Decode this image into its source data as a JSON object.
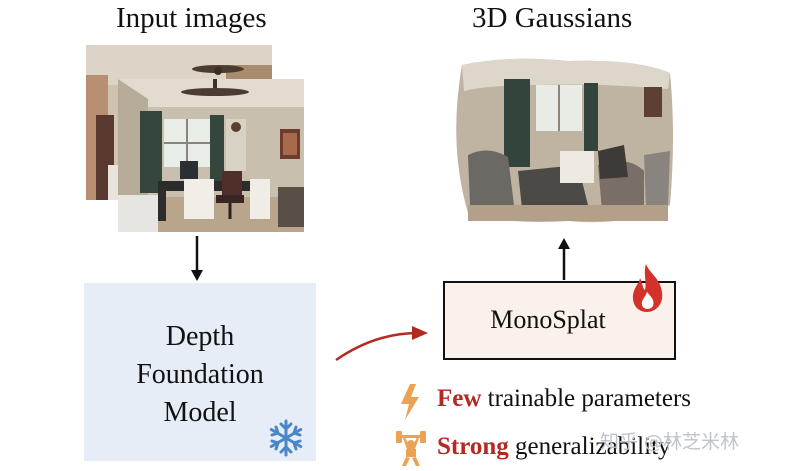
{
  "input": {
    "title": "Input images"
  },
  "output": {
    "title": "3D Gaussians"
  },
  "foundation_model": {
    "lines": [
      "Depth",
      "Foundation",
      "Model"
    ],
    "frozen_icon": "snowflake-icon"
  },
  "monosplat": {
    "label": "MonoSplat",
    "trainable_icon": "flame-icon"
  },
  "features": [
    {
      "icon": "lightning-icon",
      "highlight": "Few",
      "text": " trainable parameters"
    },
    {
      "icon": "weightlifter-icon",
      "highlight": "Strong",
      "text": " generalizability"
    }
  ],
  "watermark": "知乎 @林芝米林",
  "colors": {
    "highlight": "#b22a22",
    "frozen_box": "#e6edf7",
    "monosplat_box": "#faf1ea",
    "snowflake": "#4a86c8",
    "flame": "#d2322a",
    "lightning": "#eba255"
  }
}
